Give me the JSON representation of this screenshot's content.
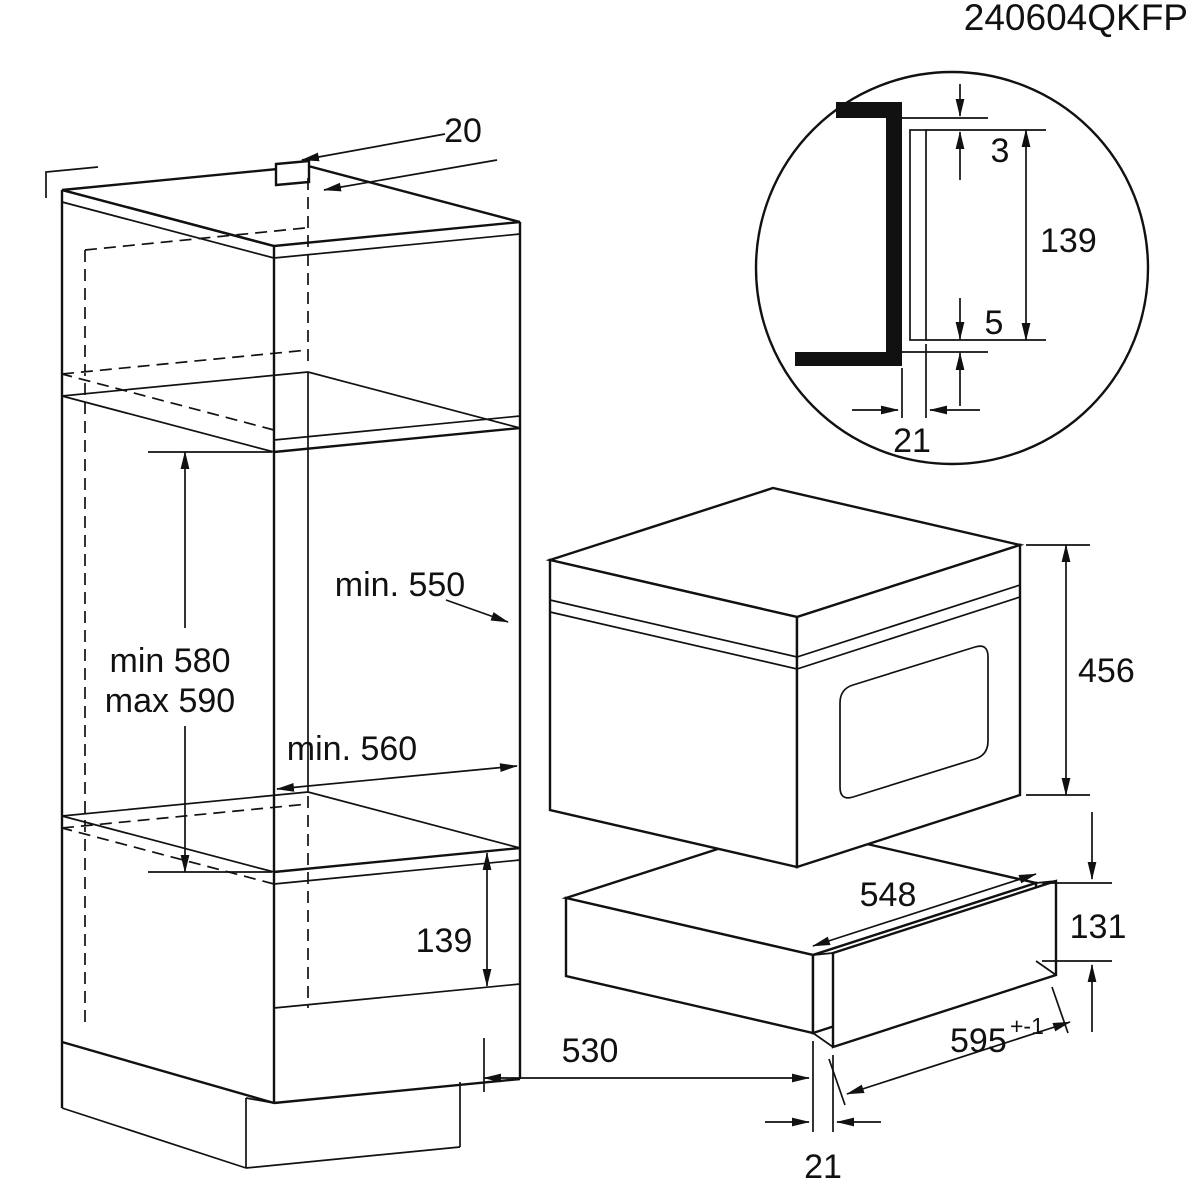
{
  "drawing": {
    "code": "240604QKFP",
    "cabinet": {
      "top_gap": "20",
      "niche_height_min": "min 580",
      "niche_height_max": "max 590",
      "niche_depth": "min. 550",
      "niche_width": "min. 560",
      "lower_panel_height": "139",
      "depth": "530"
    },
    "detail": {
      "gap_top": "3",
      "panel_height": "139",
      "gap_bottom": "5",
      "panel_offset": "21"
    },
    "oven": {
      "height": "456"
    },
    "drawer": {
      "body_depth": "548",
      "height": "131",
      "width": "595",
      "width_tolerance": "+-1",
      "panel_offset": "21"
    }
  }
}
